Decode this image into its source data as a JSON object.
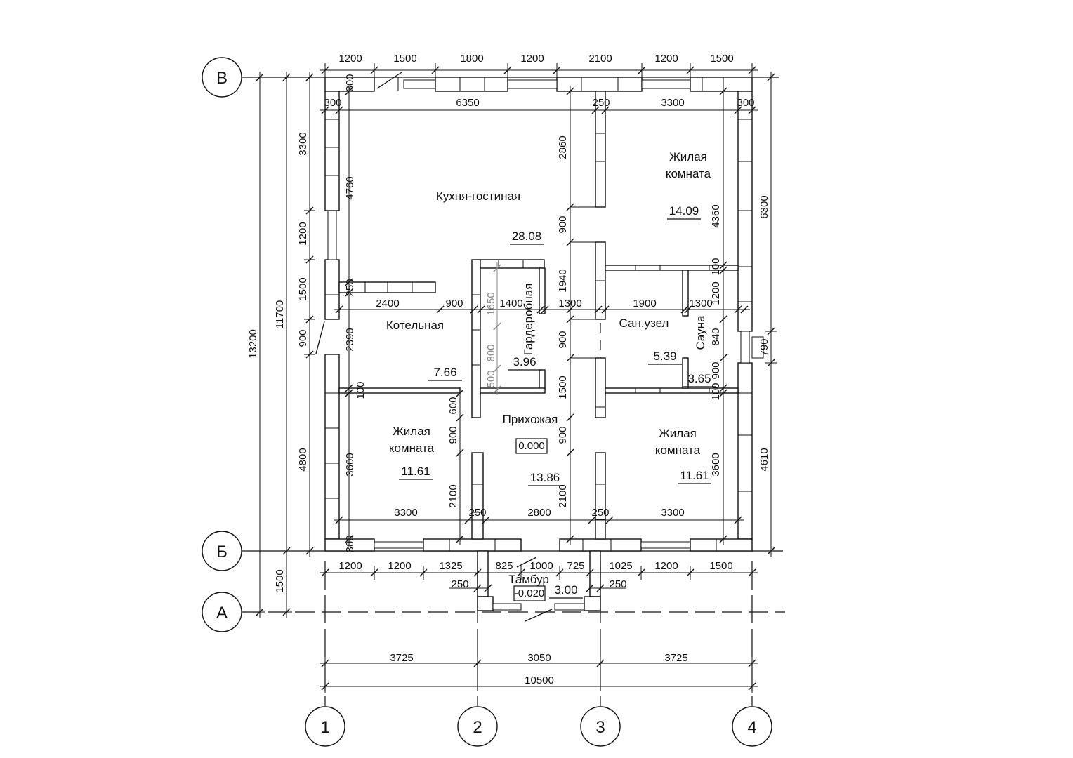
{
  "axes": {
    "vertical": [
      "1",
      "2",
      "3",
      "4"
    ],
    "horizontal": [
      "В",
      "Б",
      "А"
    ]
  },
  "rooms": [
    {
      "name": "Кухня-гостиная",
      "area": "28.08"
    },
    {
      "name": "Жилая",
      "name2": "комната",
      "area": "14.09"
    },
    {
      "name": "Котельная",
      "area": "7.66"
    },
    {
      "name": "Гардеробная",
      "area": "3.96"
    },
    {
      "name": "Сан.узел",
      "area": "5.39"
    },
    {
      "name": "Сауна",
      "area": "3.65"
    },
    {
      "name": "Прихожая",
      "area": "13.86"
    },
    {
      "name": "Жилая",
      "name2": "комната",
      "area": "11.61"
    },
    {
      "name": "Жилая",
      "name2": "комната",
      "area": "11.61"
    },
    {
      "name": "Тамбур",
      "area": "3.00"
    }
  ],
  "elevations": [
    "0.000",
    "-0.020"
  ],
  "dimensions": {
    "top_outer": [
      "1200",
      "1500",
      "1800",
      "1200",
      "2100",
      "1200",
      "1500"
    ],
    "top_inner": [
      "300",
      "6350",
      "250",
      "3300",
      "300"
    ],
    "bottom_outer": [
      "1200",
      "1200",
      "1325",
      "825",
      "1000",
      "725",
      "1025",
      "1200",
      "1500"
    ],
    "axis_spacing": [
      "3725",
      "3050",
      "3725"
    ],
    "overall_width": "10500",
    "left_chain": [
      "3300",
      "1200",
      "1500",
      "900",
      "4800"
    ],
    "left_totals": [
      "11700",
      "13200",
      "1500"
    ],
    "right_chain": [
      "6300",
      "790",
      "4610"
    ],
    "interior": [
      "300",
      "4760",
      "2860",
      "900",
      "1940",
      "900",
      "1500",
      "900",
      "2100",
      "4360",
      "100",
      "1200",
      "840",
      "900",
      "100",
      "3600",
      "250",
      "2390",
      "100",
      "600",
      "900",
      "2100",
      "3600",
      "1650",
      "800",
      "500",
      "2400",
      "900",
      "1400",
      "1300",
      "1900",
      "1300",
      "3300",
      "250",
      "2800",
      "250",
      "3300",
      "250",
      "250",
      "300"
    ]
  }
}
